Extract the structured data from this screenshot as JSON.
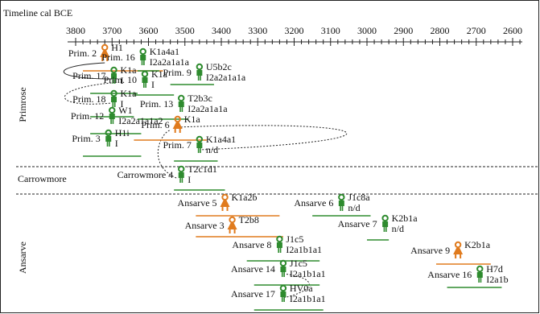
{
  "title": "Timeline cal BCE",
  "axis": {
    "ticks": [
      "3800",
      "3700",
      "3600",
      "3500",
      "3400",
      "3300",
      "3200",
      "3100",
      "3000",
      "2900",
      "2800",
      "2700",
      "2600"
    ],
    "start": 3800,
    "end": 2600
  },
  "colors": {
    "male": "#2e8b2e",
    "female": "#e07b1e",
    "line": "#222222"
  },
  "sections": [
    "Primrose",
    "Carrowmore",
    "Ansarve"
  ],
  "individuals": [
    {
      "id": "prim2",
      "name": "Prim. 2",
      "sex": "female",
      "start": 3780,
      "end": 3560,
      "icon_at": 3720,
      "hap1": "H1",
      "hap2": "",
      "row": 0
    },
    {
      "id": "prim16",
      "name": "Prim. 16",
      "sex": "male",
      "start": 3630,
      "end": 3570,
      "icon_at": 3615,
      "hap1": "K1a4a1",
      "hap2": "I2a2a1a1a",
      "row": 1
    },
    {
      "id": "prim9",
      "name": "Prim. 9",
      "sex": "male",
      "start": 3540,
      "end": 3420,
      "icon_at": 3460,
      "hap1": "U5b2c",
      "hap2": "I2a2a1a1a",
      "row": 2
    },
    {
      "id": "prim17",
      "name": "Prim. 17",
      "sex": "male",
      "start": 3760,
      "end": 3630,
      "icon_at": 3695,
      "hap1": "K1a",
      "hap2": "I",
      "row": 3
    },
    {
      "id": "prim10",
      "name": "Prim. 10",
      "sex": "male",
      "start": 3640,
      "end": 3530,
      "icon_at": 3610,
      "hap1": "K1a",
      "hap2": "I",
      "row": 4
    },
    {
      "id": "prim18",
      "name": "Prim. 18",
      "sex": "male",
      "start": 3760,
      "end": 3640,
      "icon_at": 3695,
      "hap1": "K1a",
      "hap2": "I",
      "row": 5
    },
    {
      "id": "prim13",
      "name": "Prim. 13",
      "sex": "male",
      "start": 3630,
      "end": 3490,
      "icon_at": 3510,
      "hap1": "T2b3c",
      "hap2": "I2a2a1a1a",
      "row": 6
    },
    {
      "id": "prim12",
      "name": "Prim. 12",
      "sex": "male",
      "start": 3760,
      "end": 3620,
      "icon_at": 3700,
      "hap1": "W1",
      "hap2": "I2a2a1a1a2",
      "row": 7
    },
    {
      "id": "prim6",
      "name": "Prim. 6",
      "sex": "female",
      "start": 3640,
      "end": 3440,
      "icon_at": 3520,
      "hap1": "K1a",
      "hap2": "",
      "row": 8
    },
    {
      "id": "prim3",
      "name": "Prim. 3",
      "sex": "male",
      "start": 3780,
      "end": 3620,
      "icon_at": 3710,
      "hap1": "H1i",
      "hap2": "I",
      "row": 9
    },
    {
      "id": "prim7",
      "name": "Prim. 7",
      "sex": "male",
      "start": 3530,
      "end": 3410,
      "icon_at": 3460,
      "hap1": "K1a4a1",
      "hap2": "n/d",
      "row": 10
    },
    {
      "id": "carr4",
      "name": "Carrowmore 4",
      "sex": "male",
      "start": 3530,
      "end": 3390,
      "icon_at": 3510,
      "hap1": "T2c1d1",
      "hap2": "I",
      "row": 11
    },
    {
      "id": "ans5",
      "name": "Ansarve 5",
      "sex": "female",
      "start": 3470,
      "end": 3240,
      "icon_at": 3390,
      "hap1": "K1a2b",
      "hap2": "",
      "row": 12
    },
    {
      "id": "ans6",
      "name": "Ansarve 6",
      "sex": "male",
      "start": 3150,
      "end": 2990,
      "icon_at": 3070,
      "hap1": "J1c8a",
      "hap2": "n/d",
      "row": 13
    },
    {
      "id": "ans3",
      "name": "Ansarve 3",
      "sex": "female",
      "start": 3470,
      "end": 3230,
      "icon_at": 3370,
      "hap1": "T2b8",
      "hap2": "",
      "row": 14
    },
    {
      "id": "ans7",
      "name": "Ansarve 7",
      "sex": "male",
      "start": 3000,
      "end": 2940,
      "icon_at": 2950,
      "hap1": "K2b1a",
      "hap2": "n/d",
      "row": 15
    },
    {
      "id": "ans8",
      "name": "Ansarve 8",
      "sex": "male",
      "start": 3330,
      "end": 3130,
      "icon_at": 3240,
      "hap1": "J1c5",
      "hap2": "I2a1b1a1",
      "row": 16
    },
    {
      "id": "ans9",
      "name": "Ansarve 9",
      "sex": "female",
      "start": 2810,
      "end": 2660,
      "icon_at": 2750,
      "hap1": "K2b1a",
      "hap2": "",
      "row": 17
    },
    {
      "id": "ans14",
      "name": "Ansarve 14",
      "sex": "male",
      "start": 3310,
      "end": 3130,
      "icon_at": 3230,
      "hap1": "J1c5",
      "hap2": "I2a1b1a1",
      "row": 18
    },
    {
      "id": "ans16",
      "name": "Ansarve 16",
      "sex": "male",
      "start": 2780,
      "end": 2630,
      "icon_at": 2690,
      "hap1": "H7d",
      "hap2": "I2a1b",
      "row": 19
    },
    {
      "id": "ans17",
      "name": "Ansarve 17",
      "sex": "male",
      "start": 3310,
      "end": 3120,
      "icon_at": 3230,
      "hap1": "HV0a",
      "hap2": "I2a1b1a1",
      "row": 20
    }
  ]
}
